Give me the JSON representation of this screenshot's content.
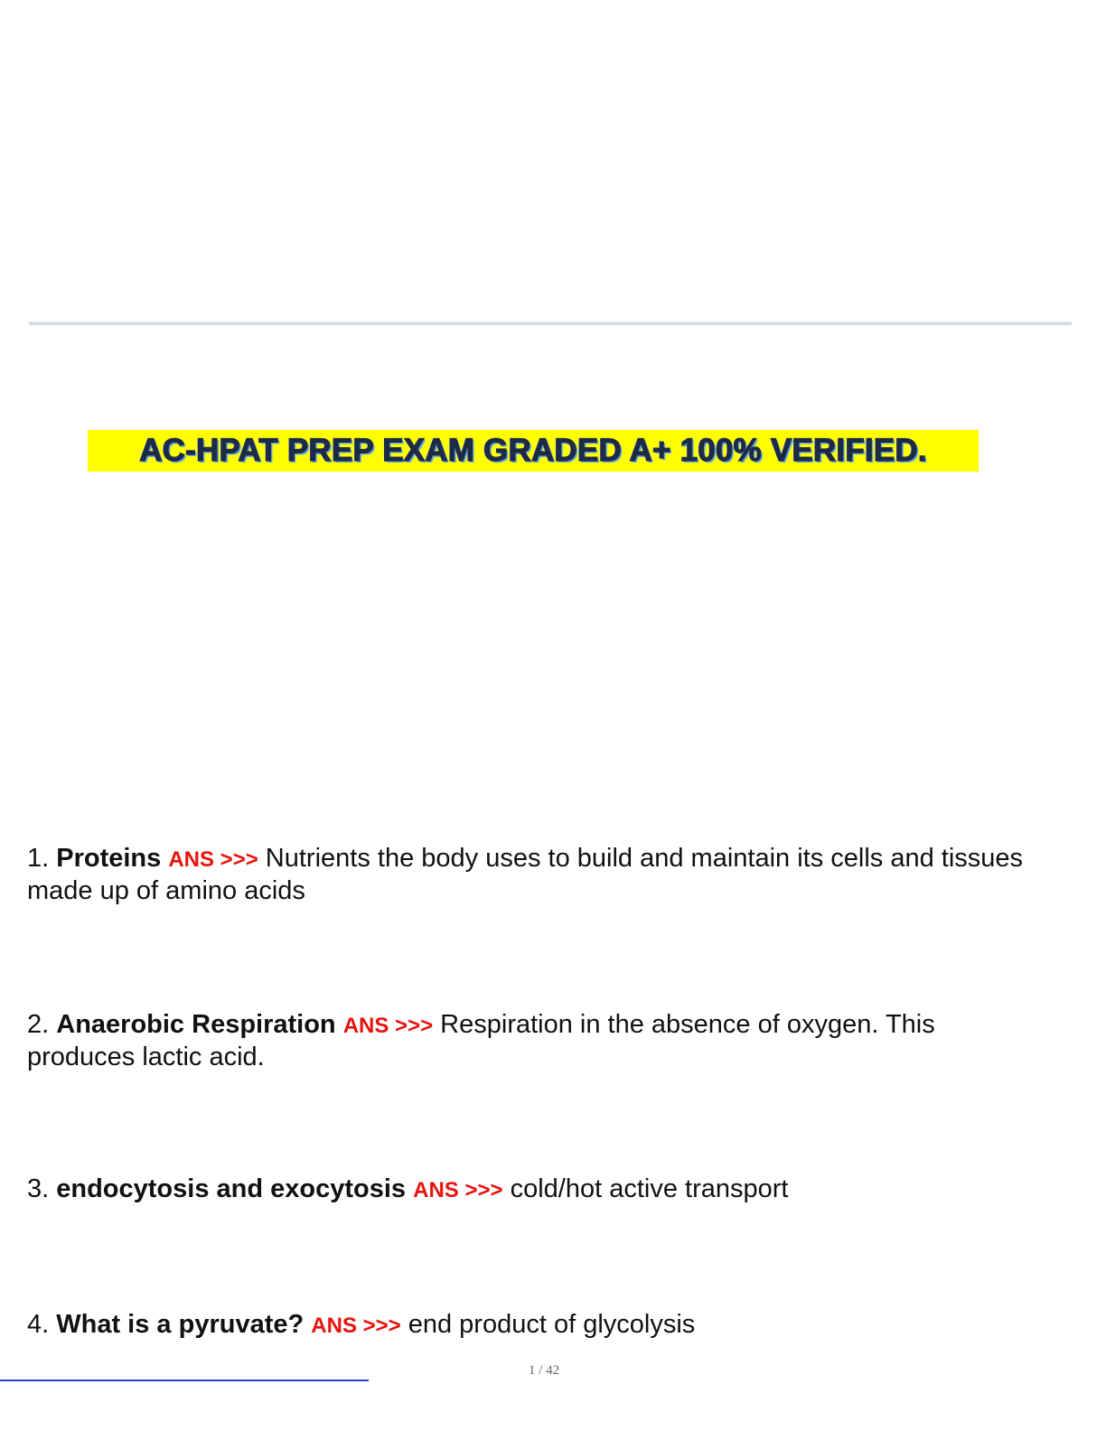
{
  "document": {
    "title": "AC-HPAT PREP EXAM GRADED A+ 100% VERIFIED."
  },
  "questions": [
    {
      "number": "1.",
      "term": "Proteins",
      "marker": "ANS >>>",
      "answer": "Nutrients the body uses to build and maintain its cells and tissues made up of amino acids"
    },
    {
      "number": "2.",
      "term": "Anaerobic Respiration",
      "marker": "ANS >>>",
      "answer": "Respiration in the absence of oxygen. This produces lactic acid."
    },
    {
      "number": "3.",
      "term": "endocytosis and exocytosis",
      "marker": "ANS >>>",
      "answer": "cold/hot active transport"
    },
    {
      "number": "4.",
      "term": "What is a pyruvate?",
      "marker": "ANS >>>",
      "answer": "end product of glycolysis"
    }
  ],
  "footer": {
    "page_indicator": "1 / 42"
  },
  "colors": {
    "highlight": "#ffff00",
    "answer_marker": "#e8120c",
    "footer_rule": "#2d3de0"
  }
}
